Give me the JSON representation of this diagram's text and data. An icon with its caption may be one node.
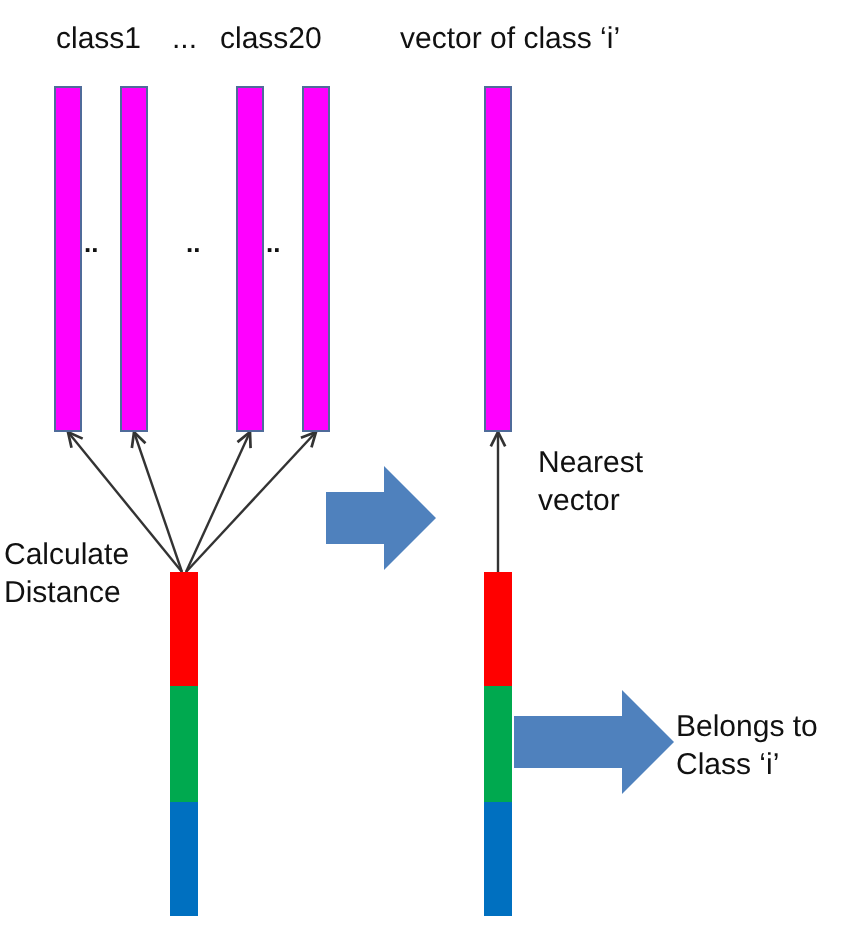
{
  "diagram": {
    "nodes": [
      {
        "text": [],
        "shape": "bar"
      },
      {
        "text": [],
        "shape": "bar"
      },
      {
        "text": [],
        "shape": "bar"
      },
      {
        "text": [],
        "shape": "bar"
      },
      {
        "text": [],
        "shape": "bar"
      },
      {
        "text": [],
        "shape": "bar"
      },
      {
        "text": [],
        "shape": "bar"
      },
      {
        "text": [
          "Belongs to Class ‘i’"
        ]
      }
    ],
    "edges": [
      {
        "from": 5,
        "to": 0,
        "arrow": "to"
      },
      {
        "from": 5,
        "to": 1,
        "arrow": "to"
      },
      {
        "from": 5,
        "to": 2,
        "arrow": "to"
      },
      {
        "from": 5,
        "to": 3,
        "arrow": "to"
      },
      {
        "from": 6,
        "to": 4,
        "arrow": "to",
        "label": "Nearest vector"
      },
      {
        "from": 6,
        "to": 7,
        "arrow": "to",
        "style": "thick",
        "color": "#4f81bd"
      }
    ],
    "labels": [
      "class1",
      "...",
      "class20",
      "vector of class ‘i’",
      "..",
      "..",
      "..",
      "Calculate Distance"
    ]
  }
}
